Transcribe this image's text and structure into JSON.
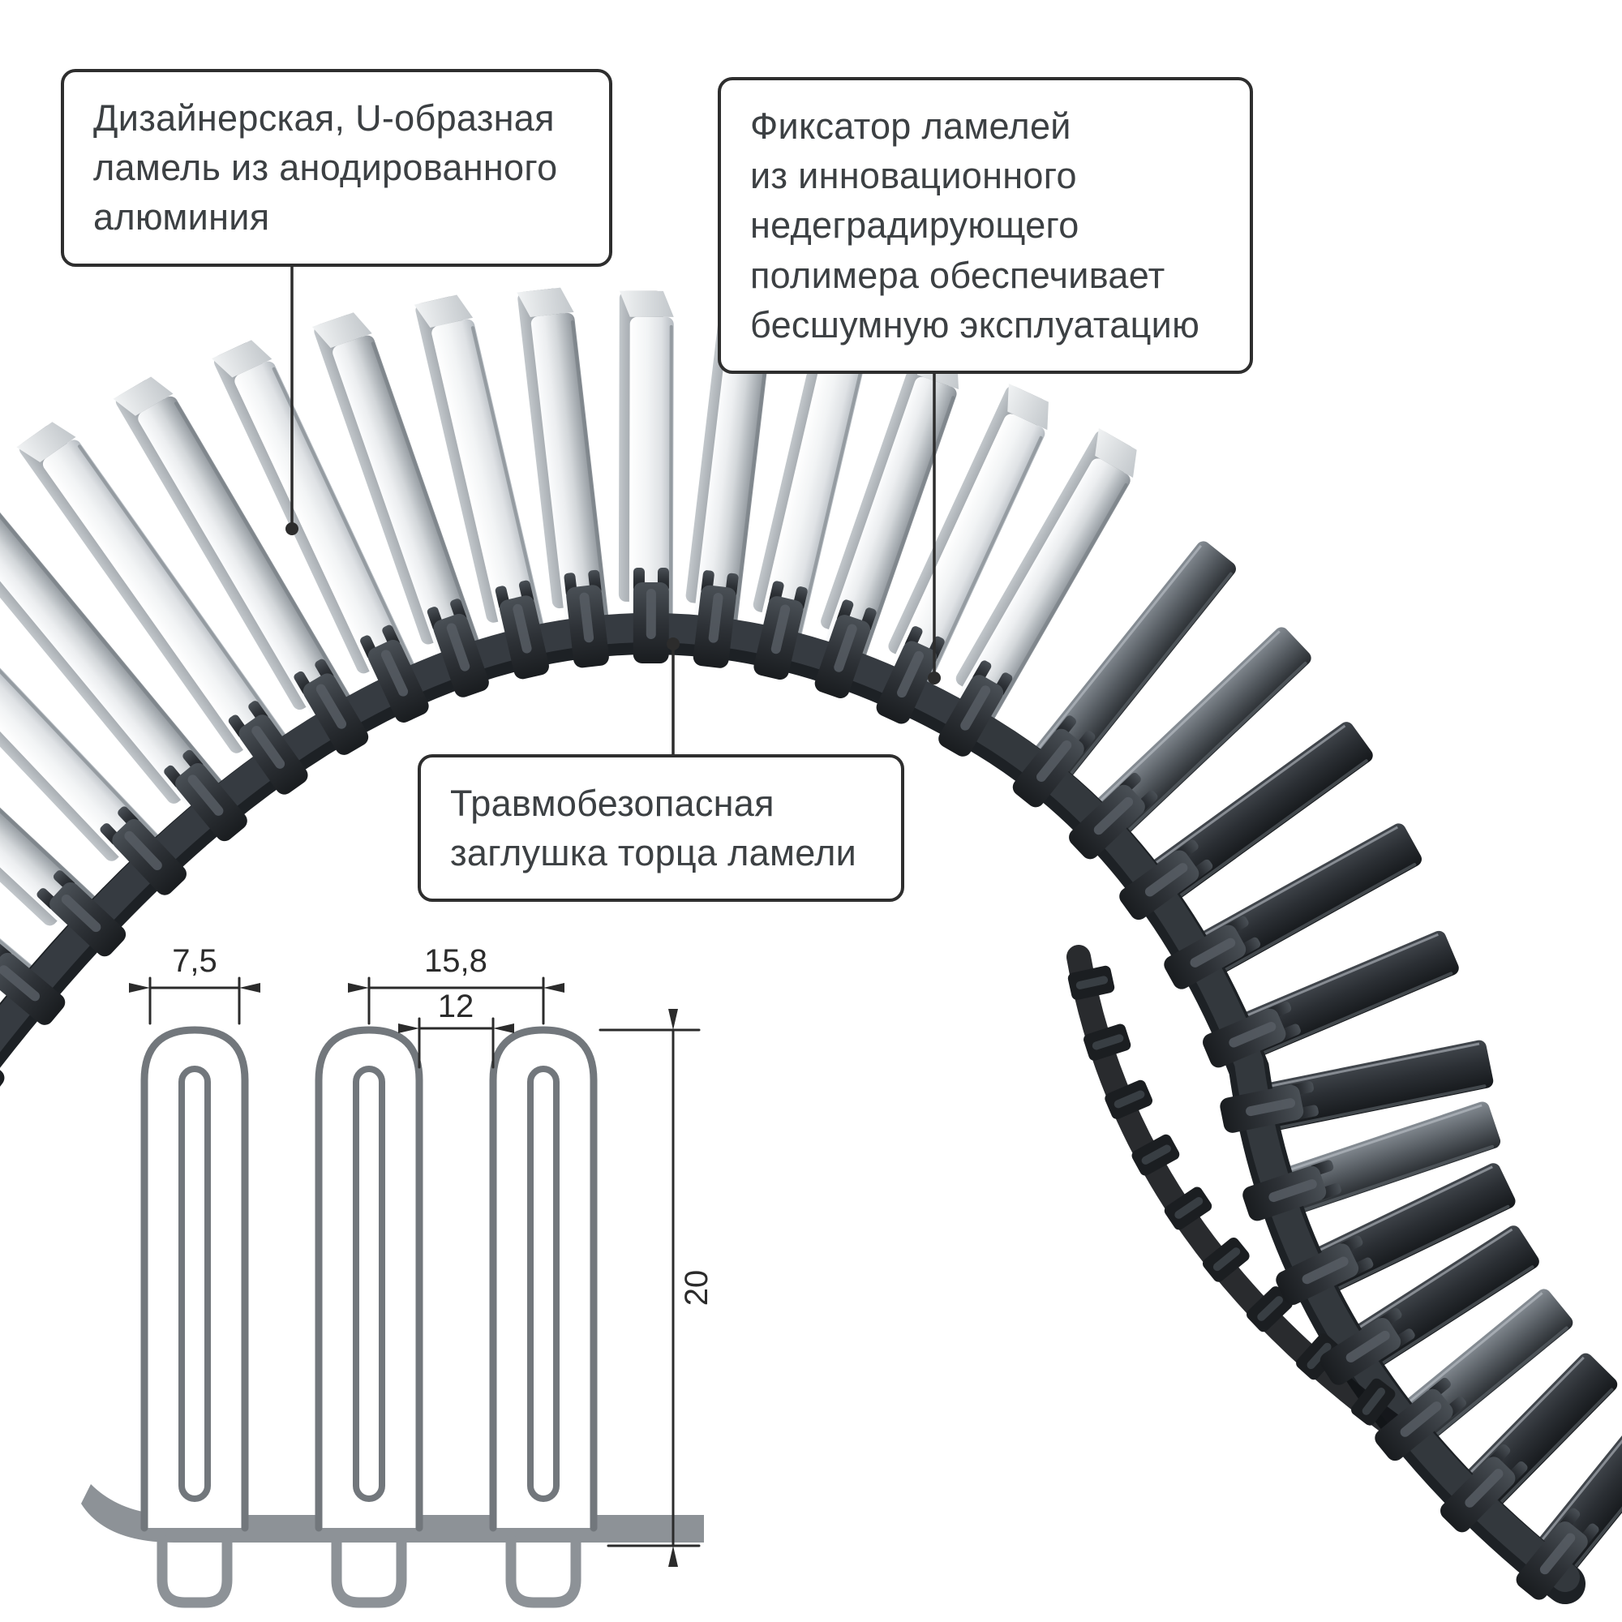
{
  "callouts": {
    "lamella": "Дизайнерская, U-образная\nламель из анодированного\nалюминия",
    "fixator": "Фиксатор ламелей\nиз инновационного\nнедеградирующего\nполимера обеспечивает\nбесшумную эксплуатацию",
    "endcap": "Травмобезопасная\nзаглушка торца ламели"
  },
  "dims": {
    "width_label": "7,5",
    "pitch_label": "15,8",
    "gap_label": "12",
    "height_label": "20"
  },
  "colors": {
    "background": "#ffffff",
    "outline": "#2e2e2e",
    "text": "#3c4043",
    "band_dark": "#33383d",
    "metal_light": "#f2f4f5",
    "metal_dark": "#8a9096",
    "drawing_gray": "#8d9297"
  }
}
